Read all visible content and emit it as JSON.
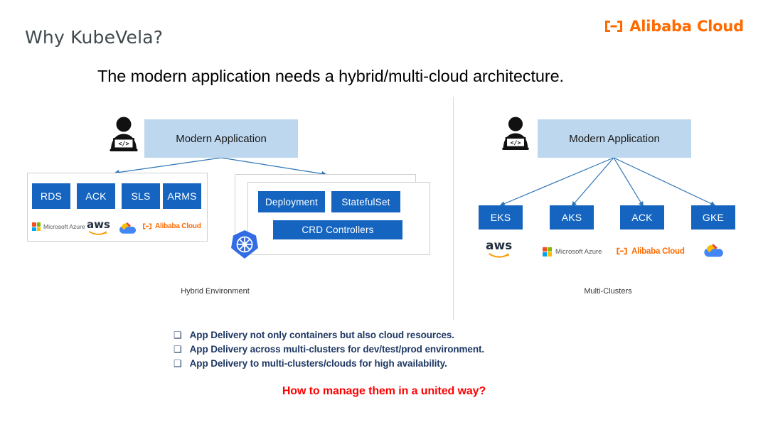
{
  "header": {
    "title": "Why KubeVela?",
    "brand_name": "Alibaba Cloud",
    "brand_color": "#FF6A00",
    "brand_icon": "alibaba-cloud-mark"
  },
  "subtitle": "The modern application needs a hybrid/multi-cloud architecture.",
  "left_panel": {
    "caption": "Hybrid Environment",
    "actor_icon": "developer-at-laptop-icon",
    "app_box_label": "Modern Application",
    "app_box_color": "#bdd7ee",
    "cloud_services": [
      "RDS",
      "ACK",
      "SLS",
      "ARMS"
    ],
    "cloud_logos": [
      "Microsoft Azure",
      "aws",
      "Google Cloud",
      "Alibaba Cloud"
    ],
    "k8s_icon": "kubernetes-helm-icon",
    "k8s_resources": [
      "Deployment",
      "StatefulSet"
    ],
    "k8s_controllers": "CRD Controllers"
  },
  "right_panel": {
    "caption": "Multi-Clusters",
    "actor_icon": "developer-at-laptop-icon",
    "app_box_label": "Modern Application",
    "clusters": [
      "EKS",
      "AKS",
      "ACK",
      "GKE"
    ],
    "cluster_logos": [
      "aws",
      "Microsoft Azure",
      "Alibaba Cloud",
      "Google Cloud"
    ]
  },
  "bullets": [
    "App Delivery not only containers but also cloud resources.",
    "App Delivery across multi-clusters for dev/test/prod environment.",
    "App Delivery to multi-clusters/clouds for high availability."
  ],
  "bullet_glyph": "❑",
  "question": "How to manage them in a united way?",
  "colors": {
    "box_blue": "#1565C0",
    "app_blue": "#bdd7ee",
    "bullet_navy": "#1F3864",
    "question_red": "#FF0000",
    "k8s_blue": "#326CE5"
  }
}
